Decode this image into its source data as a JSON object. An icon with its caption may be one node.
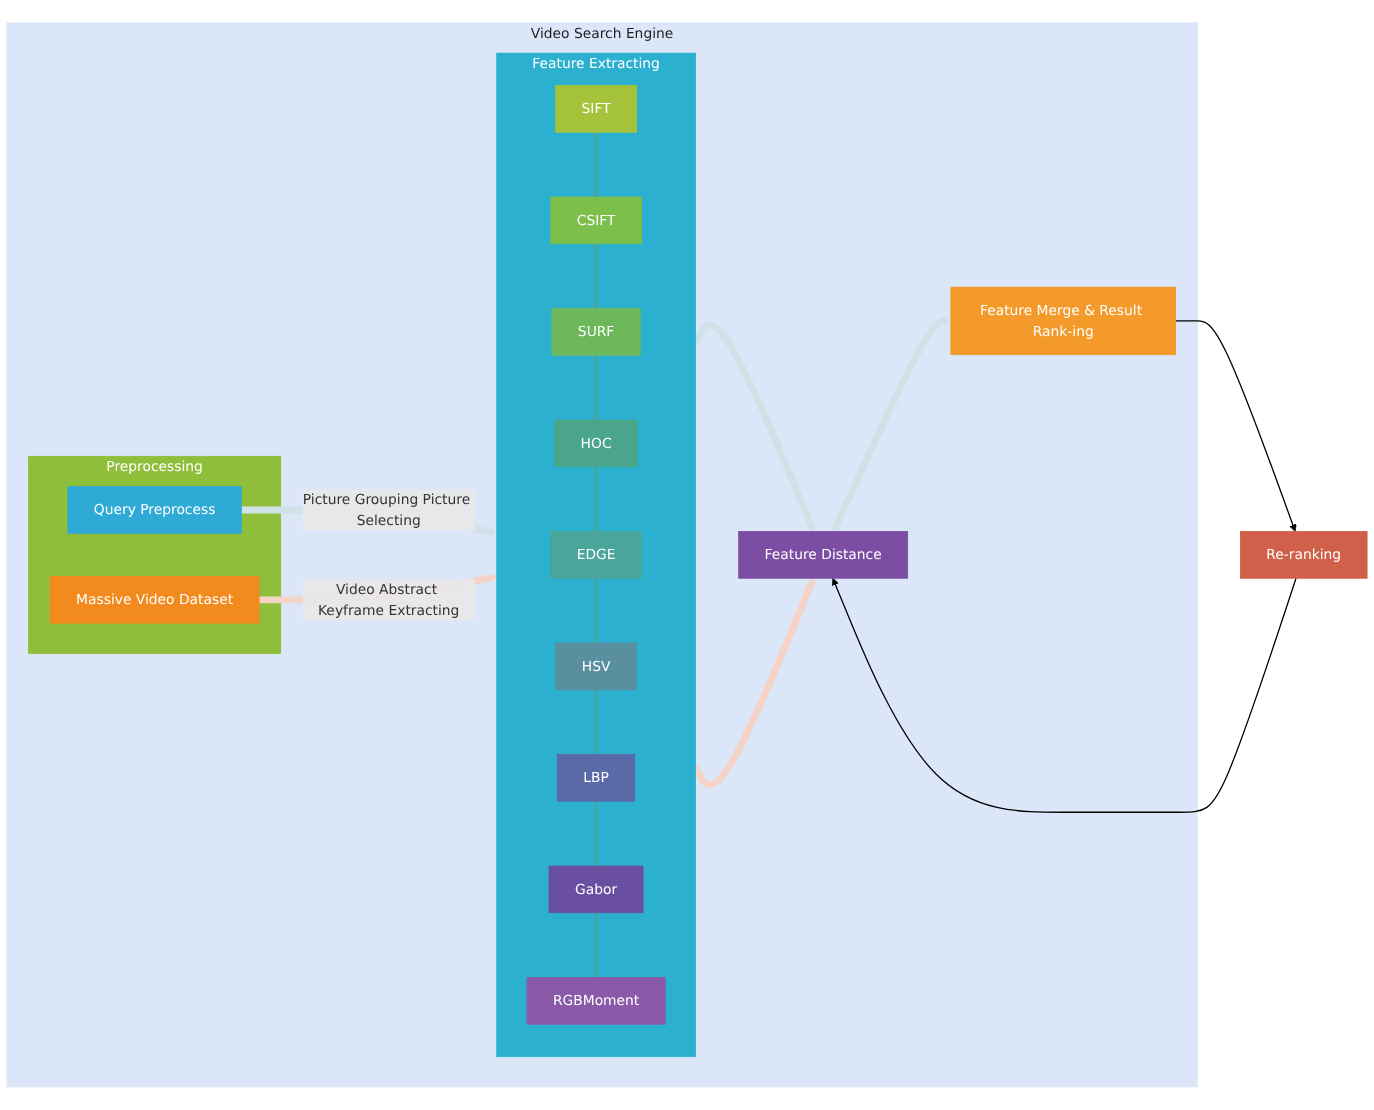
{
  "diagram": {
    "nodes": [
      {
        "text": [
          "Re-ranking"
        ]
      },
      {
        "text": [
          "Video Search Engine"
        ]
      },
      {
        "text": [
          "Preprocessing"
        ],
        "in": 1
      },
      {
        "text": [
          "Query Preprocess"
        ],
        "in": 2
      },
      {
        "text": [
          "Massive Video Dataset"
        ],
        "in": 2
      },
      {
        "text": [
          "Feature Extracting"
        ],
        "in": 1
      },
      {
        "text": [
          "SIFT"
        ],
        "in": 5
      },
      {
        "text": [
          "HSV"
        ],
        "in": 5
      },
      {
        "text": [
          "LBP"
        ],
        "in": 5
      },
      {
        "text": [
          "CSIFT"
        ],
        "in": 5
      },
      {
        "text": [
          "EDGE"
        ],
        "in": 5
      },
      {
        "text": [
          "Gabor"
        ],
        "in": 5
      },
      {
        "text": [
          "SURF"
        ],
        "in": 5
      },
      {
        "text": [
          "HOC"
        ],
        "in": 5
      },
      {
        "text": [
          "RGBMoment"
        ],
        "in": 5
      },
      {
        "text": [
          "Feature Distance"
        ],
        "in": 1
      },
      {
        "text": [
          "Feature Merge & Result Rank-ing"
        ],
        "in": 1
      }
    ],
    "edges": [
      {
        "from": 3,
        "to": 5,
        "arrow": "to",
        "label": "Picture Grouping Picture Selecting",
        "style": "thick",
        "color": "#cfe2e8"
      },
      {
        "from": 4,
        "to": 5,
        "arrow": "to",
        "label": "Video Abstract Keyframe Extracting",
        "style": "thick",
        "color": "#f5d3c6"
      },
      {
        "from": 5,
        "to": 15,
        "arrow": "to",
        "style": "thick",
        "color": "#cfe2e8"
      },
      {
        "from": 5,
        "to": 15,
        "arrow": "to",
        "style": "thick",
        "color": "#f5d3c6"
      },
      {
        "from": 15,
        "to": 16,
        "arrow": "to",
        "style": "thick",
        "color": "#cfe2e8"
      },
      {
        "from": 0,
        "to": 15,
        "arrow": "to",
        "color": "#000000"
      },
      {
        "from": 16,
        "to": 0,
        "arrow": "to",
        "color": "#000000"
      },
      {
        "from": 6,
        "to": 9,
        "arrow": "none"
      },
      {
        "from": 9,
        "to": 12,
        "arrow": "none"
      },
      {
        "from": 12,
        "to": 13,
        "arrow": "none"
      },
      {
        "from": 13,
        "to": 10,
        "arrow": "none"
      },
      {
        "from": 10,
        "to": 7,
        "arrow": "none"
      },
      {
        "from": 7,
        "to": 8,
        "arrow": "none"
      },
      {
        "from": 8,
        "to": 11,
        "arrow": "none"
      },
      {
        "from": 11,
        "to": 14,
        "arrow": "none"
      }
    ]
  }
}
